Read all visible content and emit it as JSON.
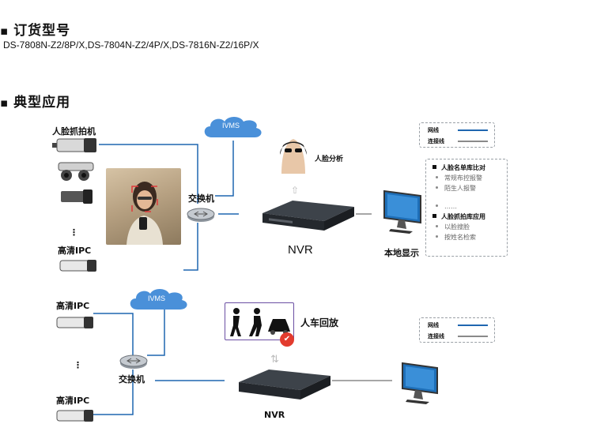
{
  "sections": {
    "order_title": "订货型号",
    "order_models": "DS-7808N-Z2/8P/X,DS-7804N-Z2/4P/X,DS-7816N-Z2/16P/X",
    "app_title": "典型应用"
  },
  "top_diagram": {
    "face_capture_label": "人脸抓拍机",
    "hd_ipc_label": "高清IPC",
    "dots": "⋮",
    "switch_label": "交换机",
    "cloud_label": "IVMS",
    "nvr_label": "NVR",
    "face_analysis_label": "人脸分析",
    "local_display_label": "本地显示",
    "legend": {
      "network": "网线",
      "connection": "连接线"
    },
    "info": {
      "head1": "人脸名单库比对",
      "items1": [
        "常规布控报警",
        "陌生人报警"
      ],
      "ellipsis": "……",
      "head2": "人脸抓拍库应用",
      "items2": [
        "以脸搜脸",
        "按姓名检索"
      ]
    }
  },
  "bottom_diagram": {
    "hd_ipc_label_1": "高清IPC",
    "hd_ipc_label_2": "高清IPC",
    "dots": "⋮",
    "switch_label": "交换机",
    "cloud_label": "IVMS",
    "nvr_label": "NVR",
    "playback_label": "人车回放",
    "legend": {
      "network": "网线",
      "connection": "连接线"
    }
  },
  "colors": {
    "network_line": "#1f66b0",
    "connection_line": "#8a8a8a",
    "cloud": "#4a90d9",
    "badge": "#e23b2e"
  }
}
